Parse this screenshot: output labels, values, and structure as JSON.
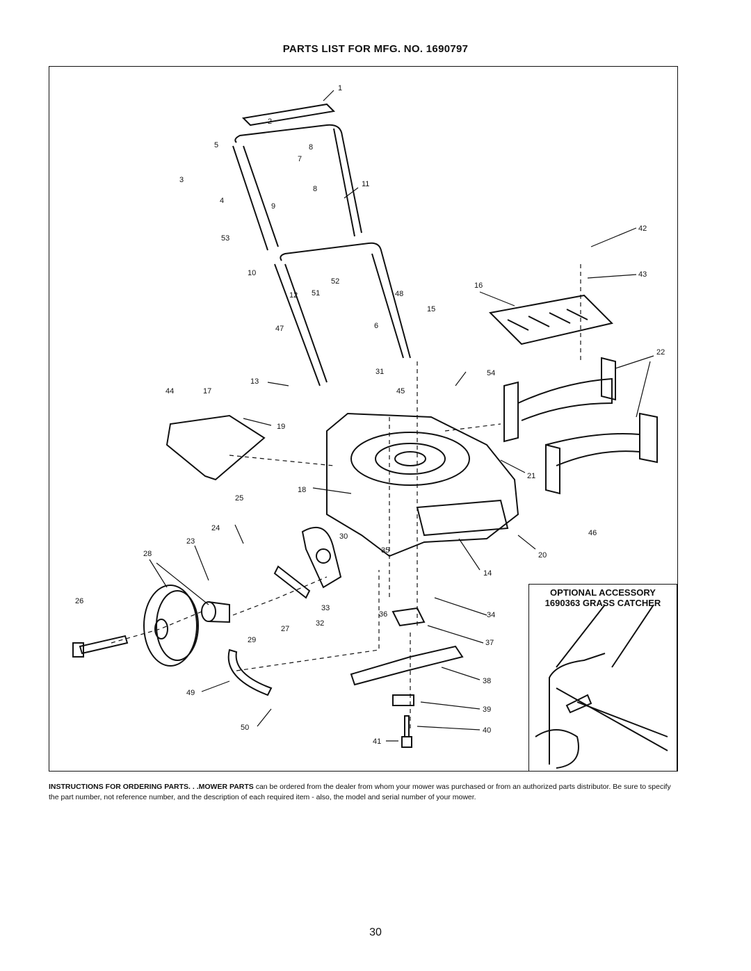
{
  "header": {
    "title": "PARTS LIST FOR MFG. NO. 1690797"
  },
  "accessory": {
    "line1": "OPTIONAL ACCESSORY",
    "line2": "1690363 GRASS CATCHER"
  },
  "instructions": {
    "lead": "INSTRUCTIONS FOR ORDERING PARTS. . .MOWER PARTS",
    "body": " can be ordered from the dealer from whom your mower was purchased or from an authorized parts distributor. Be sure to specify the part number, not reference number, and the description of each required item - also, the model and serial number of your mower."
  },
  "page_number": "30",
  "callouts": [
    "1",
    "2",
    "3",
    "4",
    "5",
    "6",
    "7",
    "8",
    "8",
    "9",
    "10",
    "11",
    "12",
    "13",
    "14",
    "15",
    "16",
    "17",
    "18",
    "19",
    "20",
    "21",
    "22",
    "23",
    "24",
    "25",
    "26",
    "27",
    "28",
    "29",
    "30",
    "31",
    "32",
    "33",
    "34",
    "35",
    "36",
    "37",
    "38",
    "39",
    "40",
    "41",
    "42",
    "43",
    "44",
    "45",
    "46",
    "47",
    "48",
    "49",
    "50",
    "51",
    "52",
    "53",
    "54"
  ]
}
